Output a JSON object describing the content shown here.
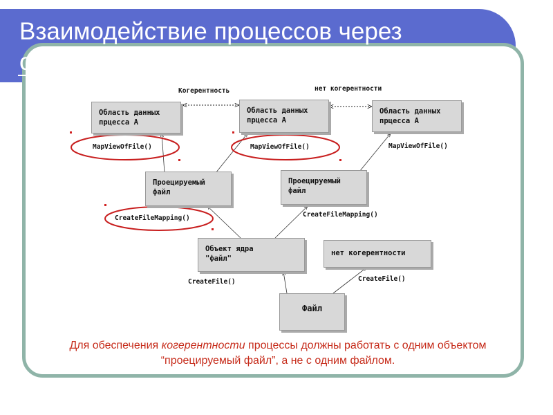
{
  "title": {
    "line1": "Взаимодействие процессов через",
    "line2": "общую область данных"
  },
  "diagram": {
    "labels": {
      "coherence": "Когерентность",
      "no_coherence_top": "нет когерентности",
      "mapview_1": "MapViewOfFile()",
      "mapview_2": "MapViewOfFile()",
      "mapview_3": "MapViewOfFile()",
      "createfilemapping_1": "CreateFileMapping()",
      "createfilemapping_2": "CreateFileMapping()",
      "createfile_1": "CreateFile()",
      "createfile_2": "CreateFile()"
    },
    "boxes": {
      "data_area_1": "Область данных\nпрцесса А",
      "data_area_2": "Область данных\nпрцесса А",
      "data_area_3": "Область данных\nпрцесса А",
      "projected_1": "Проецируемый\nфайл",
      "projected_2": "Проецируемый\nфайл",
      "kernel_object": "Объект ядра\n\"файл\"",
      "no_coherence_box": "нет когерентности",
      "file": "Файл"
    }
  },
  "caption": {
    "part1": "Для обеспечения ",
    "emphasis": "когерентности",
    "part2": " процессы должны работать с одним объектом “проецируемый файл”, а не с одним файлом."
  },
  "colors": {
    "title_bar": "#5b6bcf",
    "frame": "#8fb4a8",
    "caption": "#c62b1a",
    "highlight_ellipse": "#c81e1e"
  }
}
